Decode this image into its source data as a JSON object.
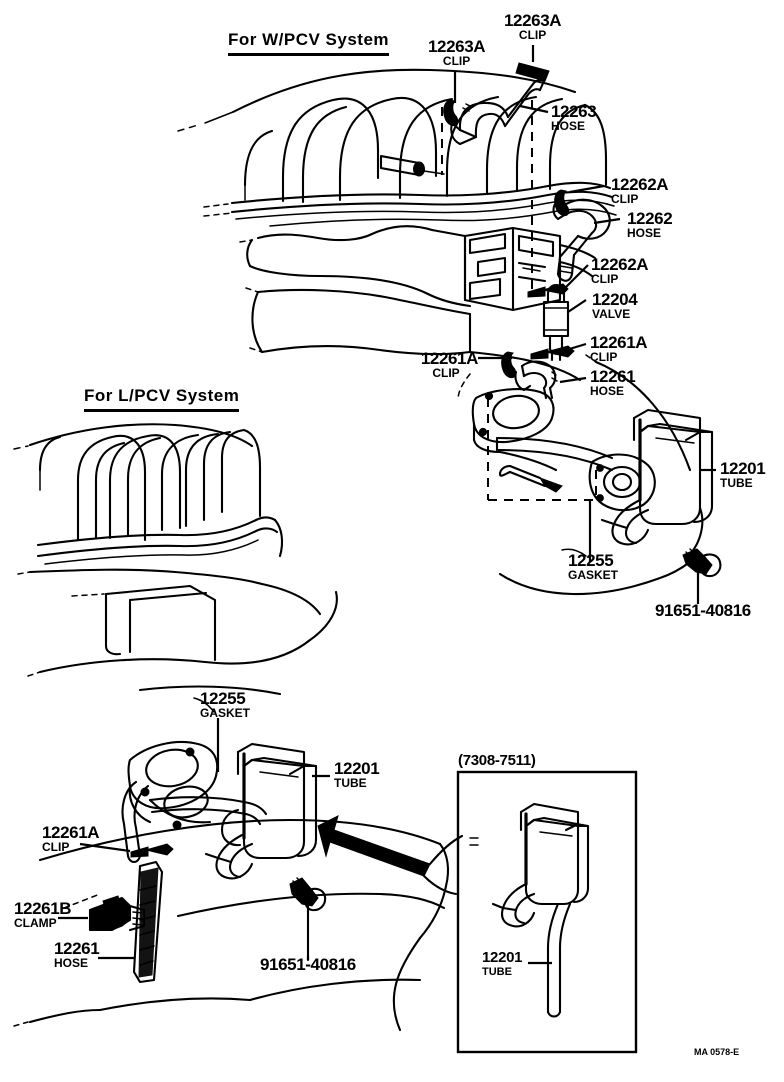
{
  "document": {
    "type": "automotive-parts-exploded-diagram",
    "corner_code": "MA 0578-E",
    "ink_color": "#000000",
    "paper_color": "#FFFFFF"
  },
  "sections": [
    {
      "id": "w-pcv",
      "title": "For W/PCV System"
    },
    {
      "id": "l-pcv",
      "title": "For L/PCV System"
    }
  ],
  "inset": {
    "date_range": "(7308-7511)",
    "label": {
      "part_number": "12201",
      "name": "TUBE"
    }
  },
  "callouts": [
    {
      "id": "c1",
      "part_number": "12263A",
      "name": "CLIP",
      "section": "w-pcv"
    },
    {
      "id": "c2",
      "part_number": "12263A",
      "name": "CLIP",
      "section": "w-pcv"
    },
    {
      "id": "c3",
      "part_number": "12263",
      "name": "HOSE",
      "section": "w-pcv"
    },
    {
      "id": "c4",
      "part_number": "12262A",
      "name": "CLIP",
      "section": "w-pcv"
    },
    {
      "id": "c5",
      "part_number": "12262",
      "name": "HOSE",
      "section": "w-pcv"
    },
    {
      "id": "c6",
      "part_number": "12262A",
      "name": "CLIP",
      "section": "w-pcv"
    },
    {
      "id": "c7",
      "part_number": "12204",
      "name": "VALVE",
      "section": "w-pcv"
    },
    {
      "id": "c8",
      "part_number": "12261A",
      "name": "CLIP",
      "section": "w-pcv"
    },
    {
      "id": "c9",
      "part_number": "12261A",
      "name": "CLIP",
      "section": "w-pcv"
    },
    {
      "id": "c10",
      "part_number": "12261",
      "name": "HOSE",
      "section": "w-pcv"
    },
    {
      "id": "c11",
      "part_number": "12201",
      "name": "TUBE",
      "section": "w-pcv"
    },
    {
      "id": "c12",
      "part_number": "12255",
      "name": "GASKET",
      "section": "w-pcv"
    },
    {
      "id": "c13",
      "part_number": "91651-40816",
      "name": "",
      "section": "w-pcv"
    },
    {
      "id": "c14",
      "part_number": "12255",
      "name": "GASKET",
      "section": "l-pcv"
    },
    {
      "id": "c15",
      "part_number": "12201",
      "name": "TUBE",
      "section": "l-pcv"
    },
    {
      "id": "c16",
      "part_number": "12261A",
      "name": "CLIP",
      "section": "l-pcv"
    },
    {
      "id": "c17",
      "part_number": "12261B",
      "name": "CLAMP",
      "section": "l-pcv"
    },
    {
      "id": "c18",
      "part_number": "12261",
      "name": "HOSE",
      "section": "l-pcv"
    },
    {
      "id": "c19",
      "part_number": "91651-40816",
      "name": "",
      "section": "l-pcv"
    }
  ]
}
